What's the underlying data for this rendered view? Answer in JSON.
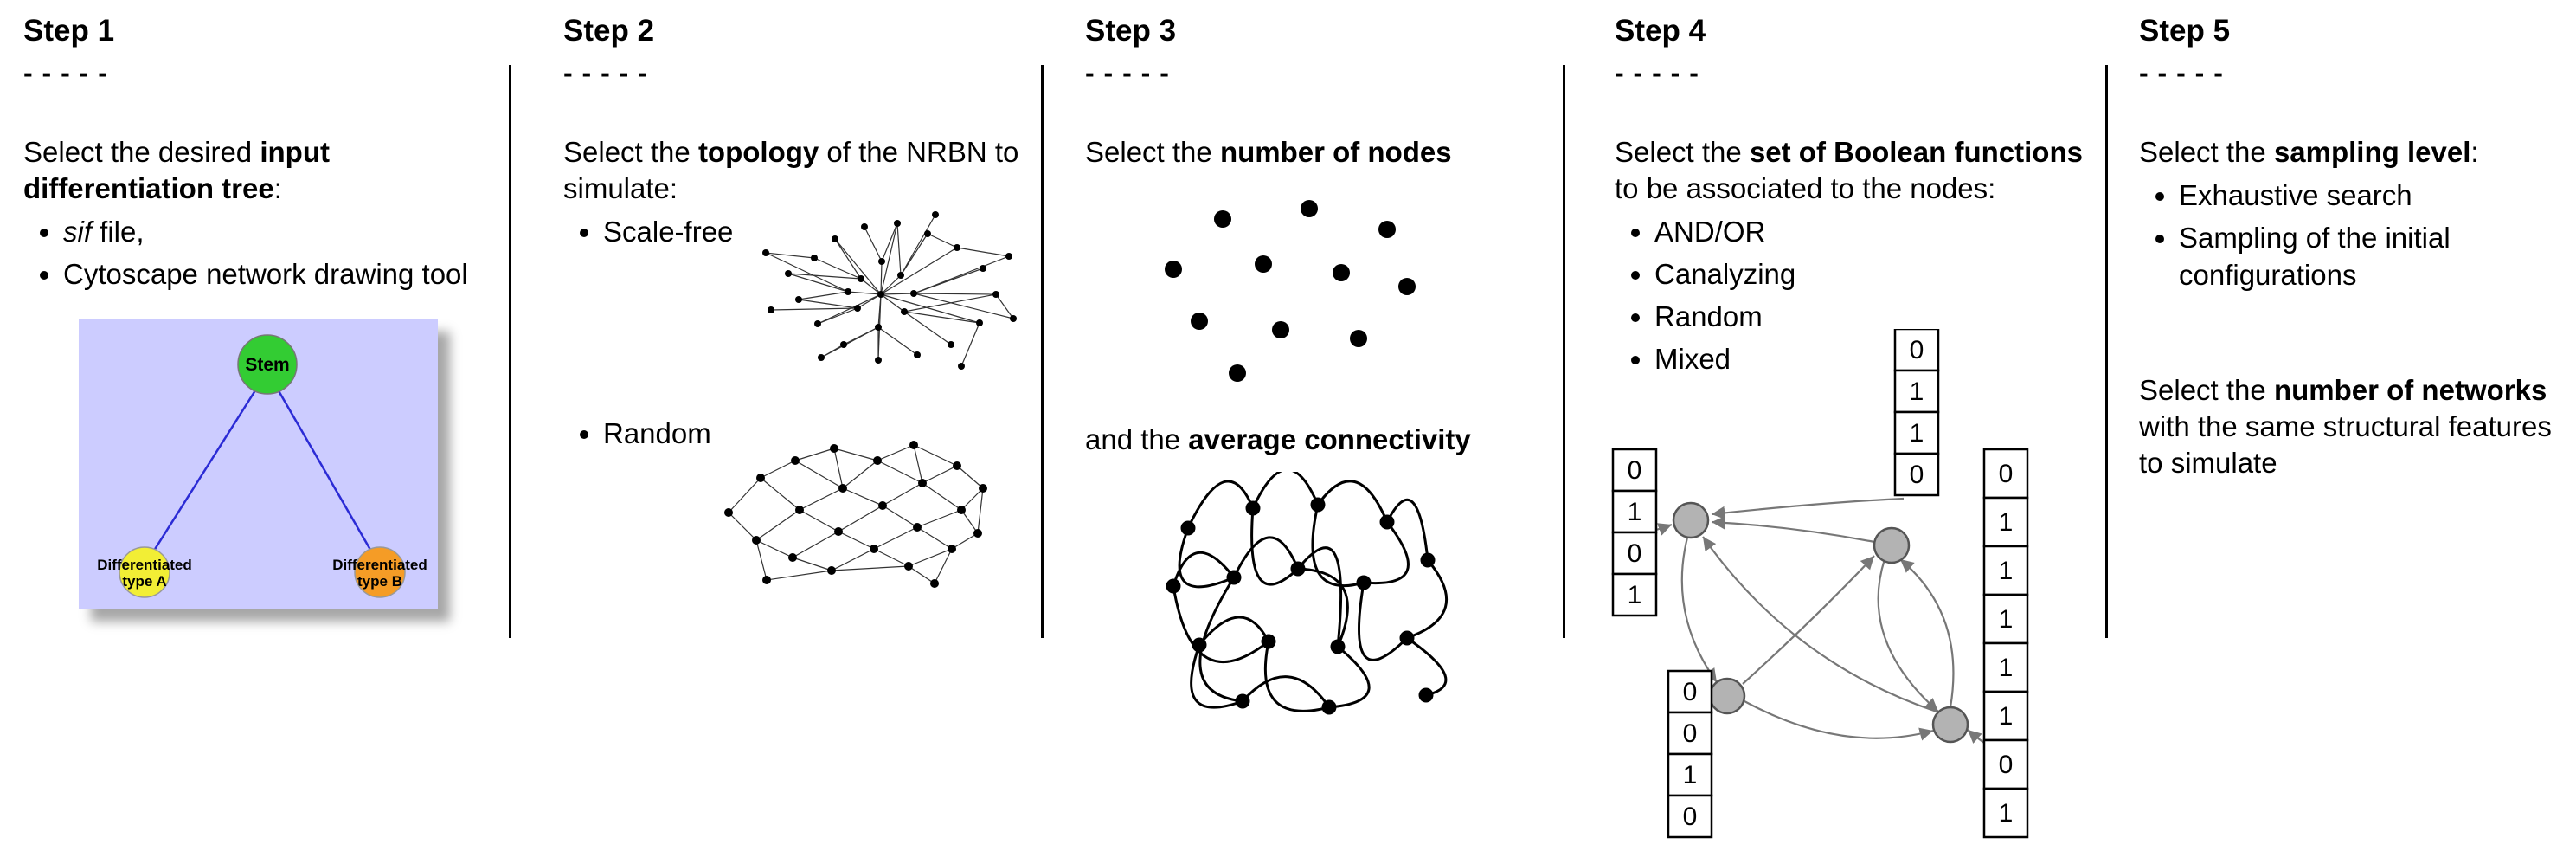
{
  "steps": [
    {
      "label": "Step 1",
      "dashes": "- - - - -",
      "intro": [
        "Select the desired ",
        "input differentiation tree",
        ":"
      ],
      "bullet1": [
        "sif",
        " file,"
      ],
      "bullet2": "Cytoscape network drawing tool",
      "tree": {
        "stem_label": "Stem",
        "type_a_line1": "Differentiated",
        "type_a_line2": "type A",
        "type_b_line1": "Differentiated",
        "type_b_line2": "type B",
        "colors": {
          "background": "#ccccff",
          "stem": "#33cc33",
          "type_a": "#f2ee35",
          "type_b": "#f59c26",
          "edge": "#2b2bd5"
        }
      }
    },
    {
      "label": "Step 2",
      "dashes": "- - - - -",
      "intro": [
        "Select the ",
        "topology",
        " of the NRBN to simulate:"
      ],
      "bullets": [
        "Scale-free",
        "Random"
      ]
    },
    {
      "label": "Step 3",
      "dashes": "- - - - -",
      "intro": [
        "Select the ",
        "number of nodes",
        ""
      ],
      "second": [
        "and the ",
        "average connectivity",
        ""
      ]
    },
    {
      "label": "Step 4",
      "dashes": "- - - - -",
      "intro": [
        "Select the ",
        "set of Boolean functions",
        " to be associated to the nodes:"
      ],
      "bullets": [
        "AND/OR",
        "Canalyzing",
        "Random",
        "Mixed"
      ],
      "node_fill": "#b3b3b3",
      "tables": {
        "left": [
          "0",
          "1",
          "0",
          "1"
        ],
        "top": [
          "0",
          "1",
          "1",
          "0"
        ],
        "bottom": [
          "0",
          "0",
          "1",
          "0"
        ],
        "right": [
          "0",
          "1",
          "1",
          "1",
          "1",
          "1",
          "0",
          "1"
        ]
      }
    },
    {
      "label": "Step 5",
      "dashes": "- - - - -",
      "intro": [
        "Select the ",
        "sampling level",
        ":"
      ],
      "bullets": [
        "Exhaustive search",
        "Sampling of the initial configurations"
      ],
      "second": [
        "Select the ",
        "number of networks",
        " with the same structural features to simulate"
      ]
    }
  ]
}
